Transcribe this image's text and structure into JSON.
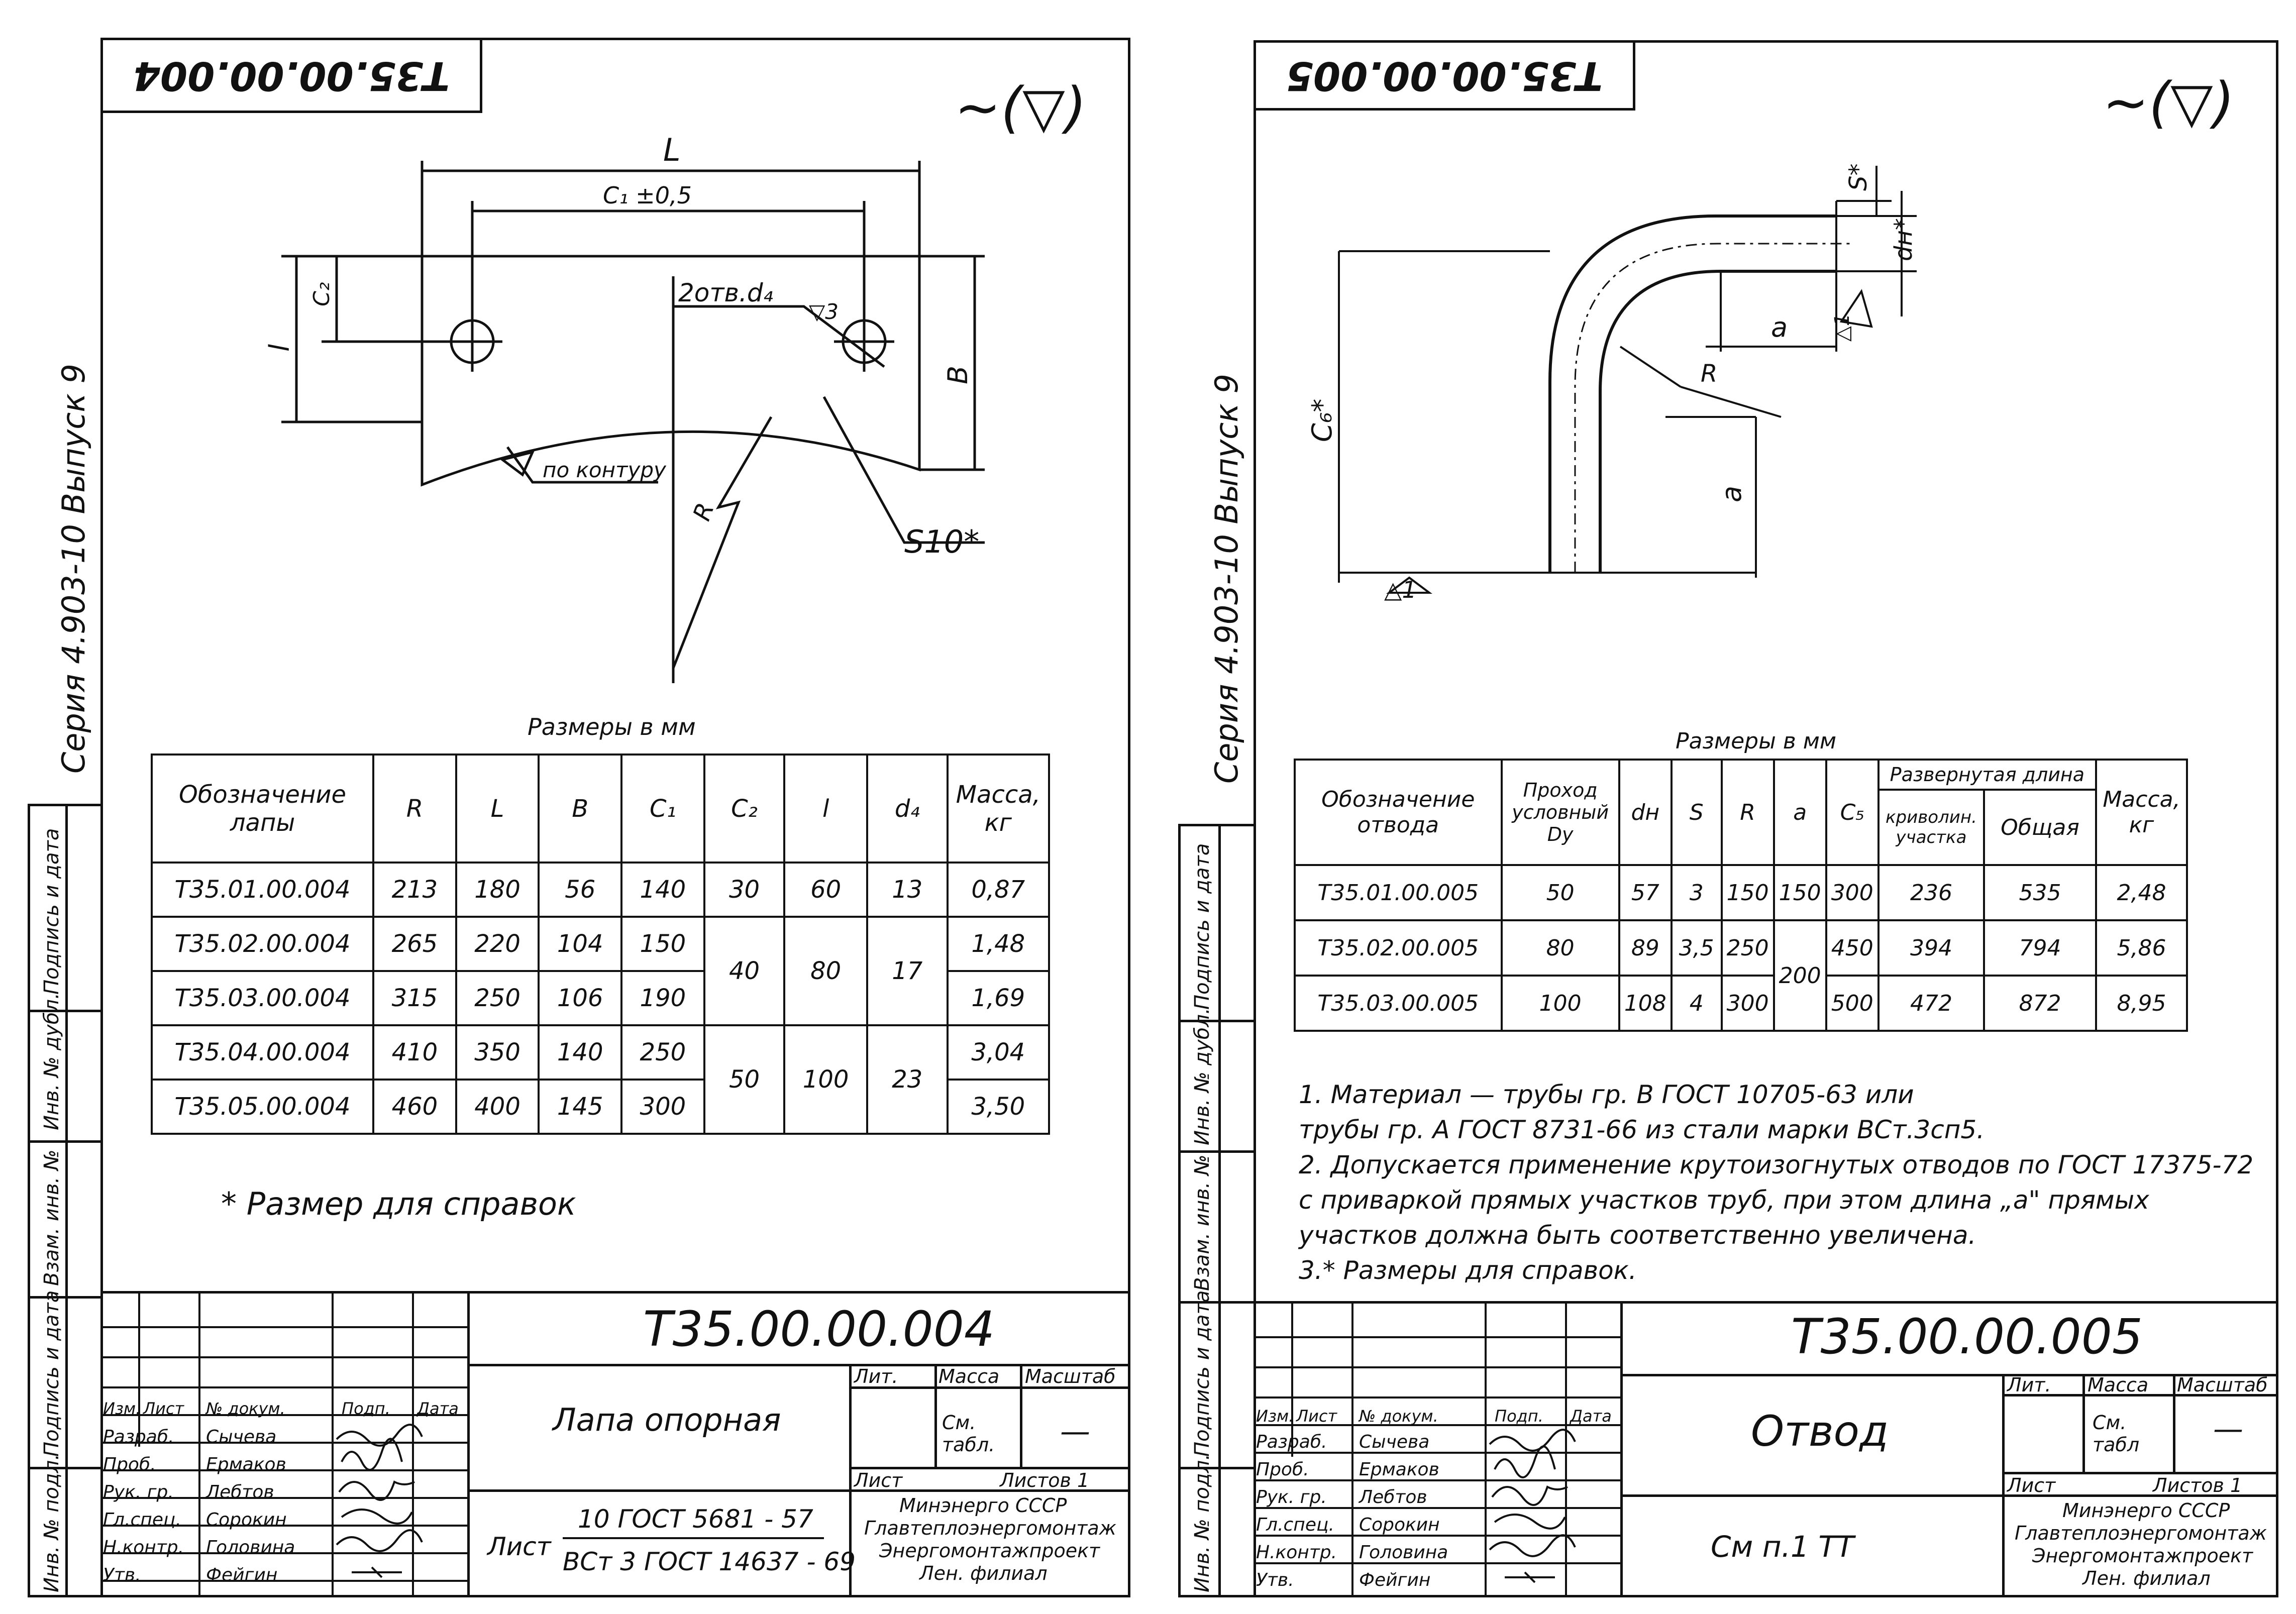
{
  "left": {
    "stamp_code": "Т35.00.00.004",
    "surface_symbol": "∼(▽)",
    "series_label": "Серия 4.903-10   Выпуск 9",
    "drawing_labels": {
      "L": "L",
      "C1": "C₁ ±0,5",
      "C2": "C₂",
      "l": "l",
      "B": "B",
      "holes": "2отв.d₄",
      "rough": "▽3",
      "contour": "по контуру",
      "R": "R",
      "S": "S10*"
    },
    "dims_caption": "Размеры в мм",
    "table": {
      "headers": [
        "Обозначение лапы",
        "R",
        "L",
        "B",
        "C₁",
        "C₂",
        "l",
        "d₄",
        "Масса, кг"
      ],
      "rows": [
        [
          "Т35.01.00.004",
          "213",
          "180",
          "56",
          "140",
          "30",
          "60",
          "13",
          "0,87"
        ],
        [
          "Т35.02.00.004",
          "265",
          "220",
          "104",
          "150",
          "40",
          "80",
          "17",
          "1,48"
        ],
        [
          "Т35.03.00.004",
          "315",
          "250",
          "106",
          "190",
          "",
          "",
          "",
          "1,69"
        ],
        [
          "Т35.04.00.004",
          "410",
          "350",
          "140",
          "250",
          "50",
          "100",
          "23",
          "3,04"
        ],
        [
          "Т35.05.00.004",
          "460",
          "400",
          "145",
          "300",
          "",
          "",
          "",
          "3,50"
        ]
      ]
    },
    "footnote": "* Размер для справок",
    "side_labels": [
      "Подпись и дата",
      "Инв. № дубл.",
      "Взам. инв. №",
      "Подпись и дата",
      "Инв. № подл."
    ],
    "title_block": {
      "code": "Т35.00.00.004",
      "name": "Лапа опорная",
      "material_prefix": "Лист",
      "material_top": "10 ГОСТ 5681 - 57",
      "material_bottom": "ВСт 3 ГОСТ 14637 - 69",
      "lit": "Лит.",
      "massa": "Масса",
      "masshtab": "Масштаб",
      "mass_value": "См. табл.",
      "scale_value": "—",
      "list": "Лист",
      "listov": "Листов 1",
      "org": [
        "Минэнерго СССР",
        "Главтеплоэнергомонтаж",
        "Энергомонтажпроект",
        "Лен. филиал"
      ],
      "col_headers": [
        "Изм.",
        "Лист",
        "№ докум.",
        "Подп.",
        "Дата"
      ],
      "roles": [
        "Разраб.",
        "Проб.",
        "Рук. гр.",
        "Гл.спец.",
        "Н.контр.",
        "Утв."
      ],
      "names": [
        "Сычева",
        "Ермаков",
        "Лебтов",
        "Сорокин",
        "Головина",
        "Фейгин"
      ]
    }
  },
  "right": {
    "stamp_code": "Т35.00.00.005",
    "surface_symbol": "∼(▽)",
    "series_label": "Серия 4.903-10   Выпуск 9",
    "drawing_labels": {
      "S": "S*",
      "dn": "dн*",
      "a_top": "a",
      "a_side": "a",
      "R": "R",
      "Cb": "C₆*",
      "base": "△1",
      "end": "△1"
    },
    "dims_caption": "Размеры в мм",
    "table": {
      "group_header": "Развернутая длина",
      "headers": [
        "Обозначение отвода",
        "Проход условный Dy",
        "dн",
        "S",
        "R",
        "a",
        "C₅",
        "криволин. участка",
        "Общая",
        "Масса, кг"
      ],
      "rows": [
        [
          "Т35.01.00.005",
          "50",
          "57",
          "3",
          "150",
          "150",
          "300",
          "236",
          "535",
          "2,48"
        ],
        [
          "Т35.02.00.005",
          "80",
          "89",
          "3,5",
          "250",
          "200",
          "450",
          "394",
          "794",
          "5,86"
        ],
        [
          "Т35.03.00.005",
          "100",
          "108",
          "4",
          "300",
          "",
          "500",
          "472",
          "872",
          "8,95"
        ]
      ]
    },
    "notes": [
      "1. Материал — трубы гр. В ГОСТ 10705-63 или",
      "трубы гр. А ГОСТ 8731-66 из стали марки ВСт.3сп5.",
      "2. Допускается применение крутоизогнутых отводов по ГОСТ 17375-72",
      "с приваркой прямых участков труб, при этом длина „a\" прямых",
      "участков должна быть соответственно увеличена.",
      "3.* Размеры для справок."
    ],
    "side_labels": [
      "Подпись и дата",
      "Инв. № дубл.",
      "Взам. инв. №",
      "Подпись и дата",
      "Инв. № подл."
    ],
    "title_block": {
      "code": "Т35.00.00.005",
      "name": "Отвод",
      "material": "См п.1 ТТ",
      "lit": "Лит.",
      "massa": "Масса",
      "masshtab": "Масштаб",
      "mass_value": "См. табл",
      "scale_value": "—",
      "list": "Лист",
      "listov": "Листов 1",
      "org": [
        "Минэнерго СССР",
        "Главтеплоэнергомонтаж",
        "Энергомонтажпроект",
        "Лен. филиал"
      ],
      "col_headers": [
        "Изм.",
        "Лист",
        "№ докум.",
        "Подп.",
        "Дата"
      ],
      "roles": [
        "Разраб.",
        "Проб.",
        "Рук. гр.",
        "Гл.спец.",
        "Н.контр.",
        "Утв."
      ],
      "names": [
        "Сычева",
        "Ермаков",
        "Лебтов",
        "Сорокин",
        "Головина",
        "Фейгин"
      ]
    }
  }
}
